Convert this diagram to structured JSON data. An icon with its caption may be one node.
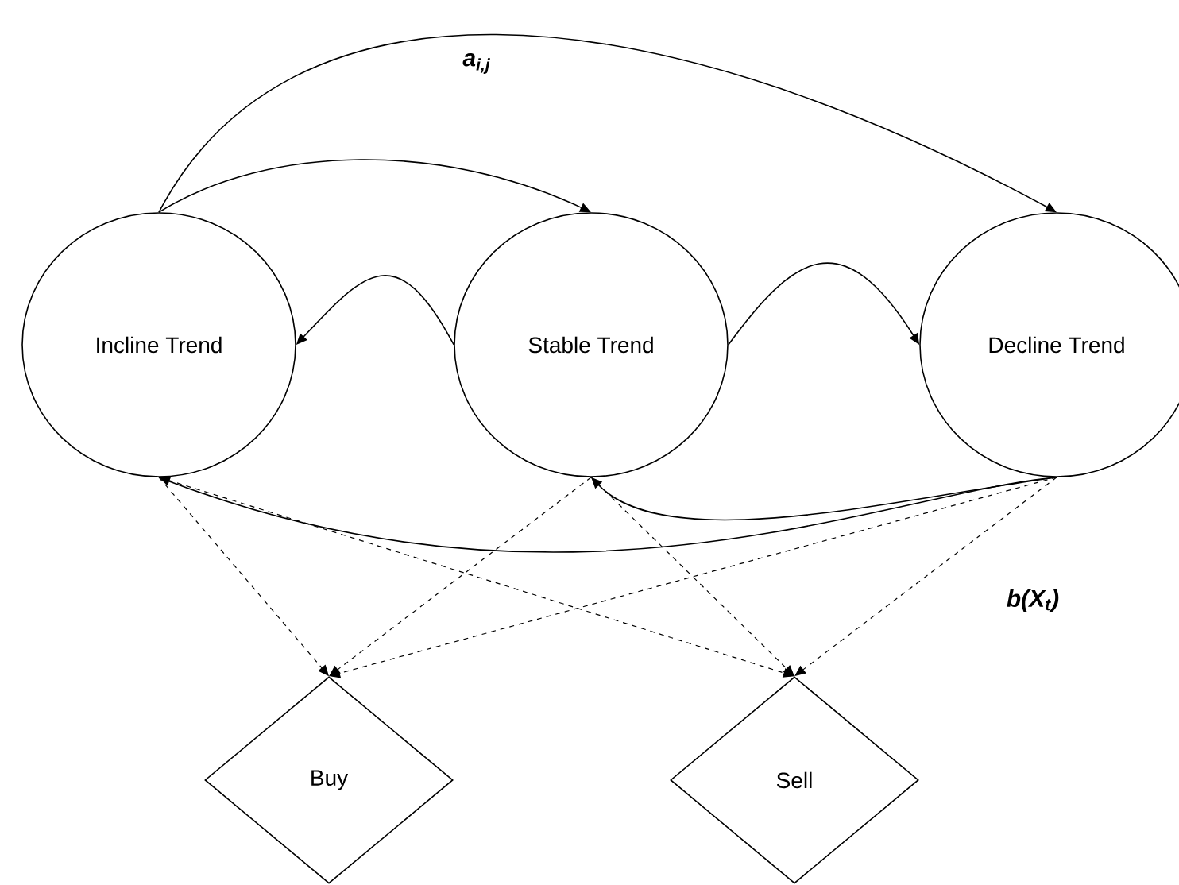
{
  "diagram": {
    "nodes": [
      {
        "text": [
          "Incline Trend"
        ]
      },
      {
        "text": [
          "Stable Trend"
        ]
      },
      {
        "text": [
          "Decline Trend"
        ]
      },
      {
        "text": [
          "Buy"
        ]
      },
      {
        "text": [
          "Sell"
        ]
      }
    ],
    "edges": [
      {
        "from": 0,
        "to": 1,
        "arrow": "to"
      },
      {
        "from": 0,
        "to": 2,
        "arrow": "to"
      },
      {
        "from": 1,
        "to": 0,
        "arrow": "to"
      },
      {
        "from": 1,
        "to": 2,
        "arrow": "to"
      },
      {
        "from": 2,
        "to": 0,
        "arrow": "to"
      },
      {
        "from": 2,
        "to": 1,
        "arrow": "to"
      },
      {
        "from": 0,
        "to": 3,
        "arrow": "to",
        "style": "dashed"
      },
      {
        "from": 0,
        "to": 4,
        "arrow": "to",
        "style": "dashed"
      },
      {
        "from": 1,
        "to": 3,
        "arrow": "to",
        "style": "dashed"
      },
      {
        "from": 1,
        "to": 4,
        "arrow": "to",
        "style": "dashed"
      },
      {
        "from": 2,
        "to": 3,
        "arrow": "to",
        "style": "dashed"
      },
      {
        "from": 2,
        "to": 4,
        "arrow": "to",
        "style": "dashed"
      }
    ],
    "labels": [
      "a$_{i,j}$",
      "b(X$_{t}$)"
    ]
  }
}
